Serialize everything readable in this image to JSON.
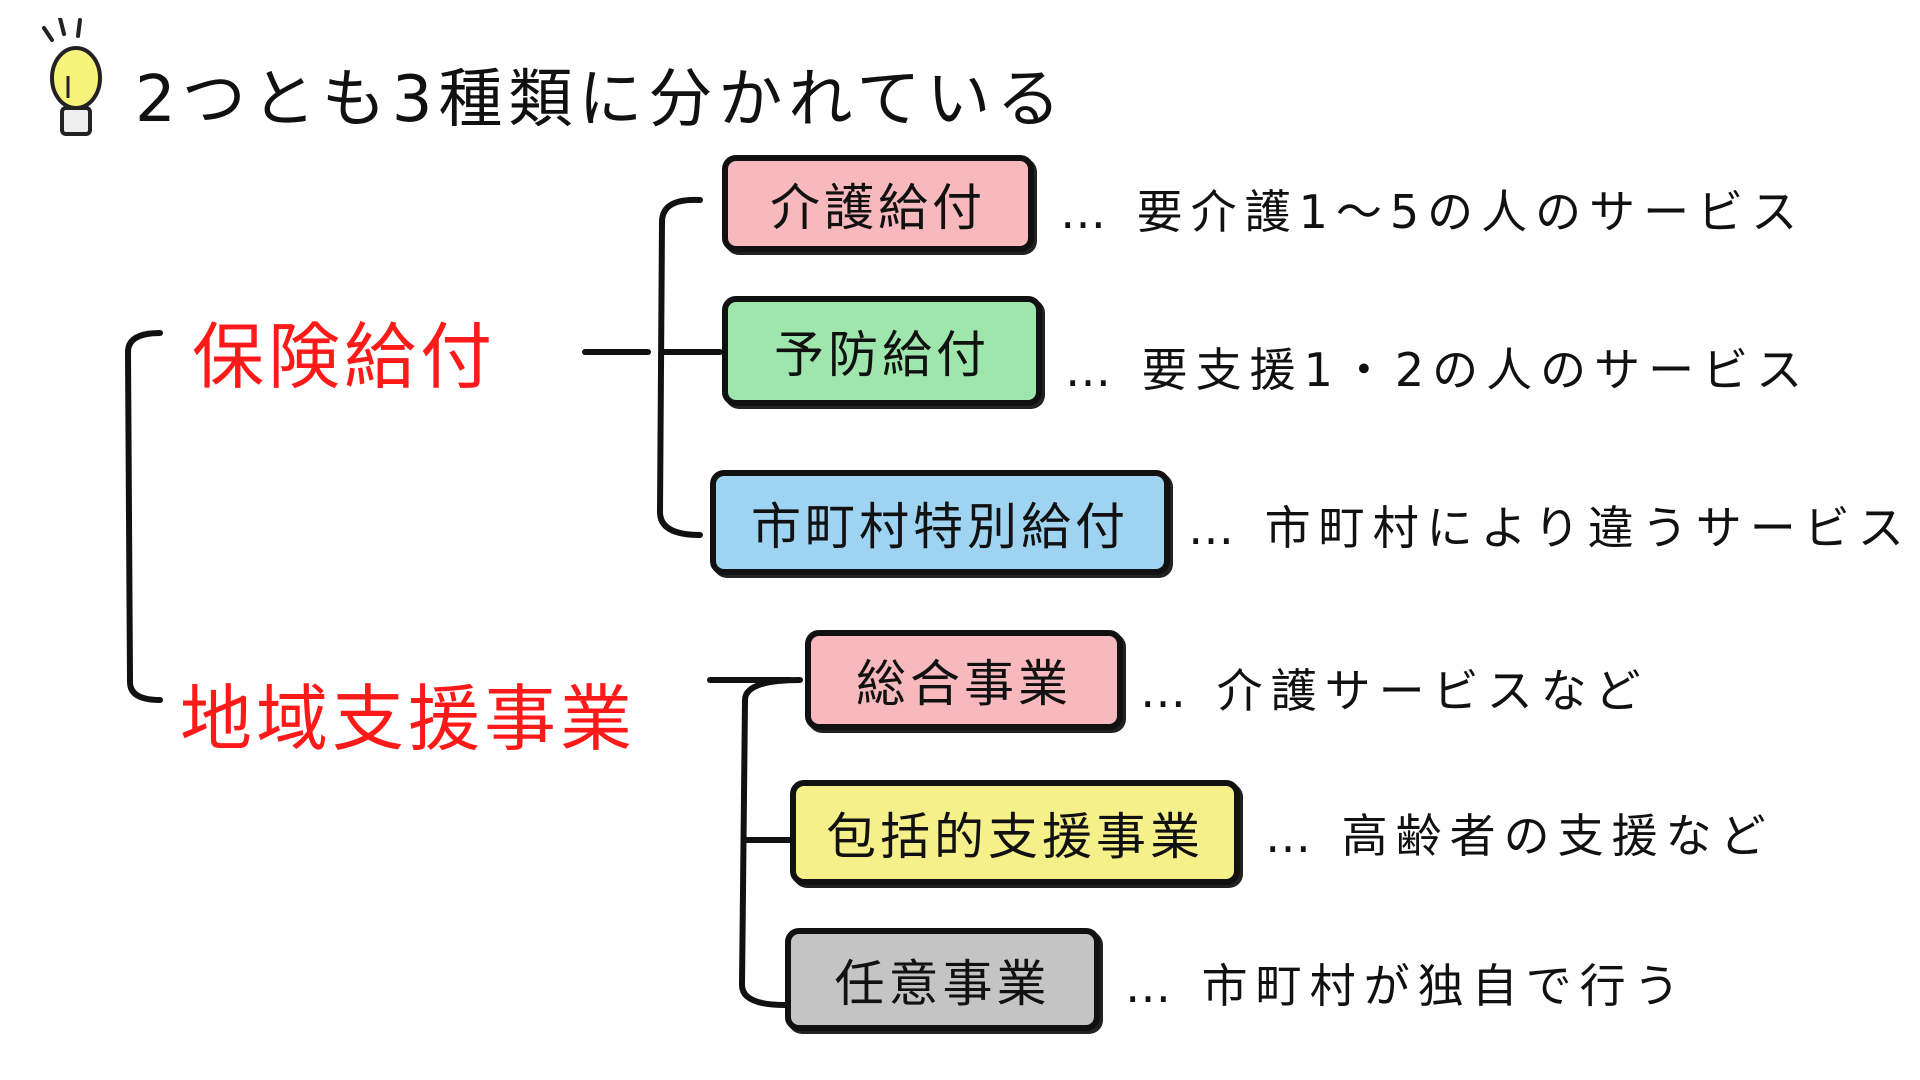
{
  "title": "2つとも3種類に分かれている",
  "categories": [
    {
      "name": "保険給付",
      "items": [
        {
          "label": "介護給付",
          "desc": "… 要介護1〜5の人のサービス",
          "color": "#f7b9bd"
        },
        {
          "label": "予防給付",
          "desc": "… 要支援1・2の人のサービス",
          "color": "#9fe6ad"
        },
        {
          "label": "市町村特別給付",
          "desc": "… 市町村により違うサービス",
          "color": "#9fd3f2"
        }
      ]
    },
    {
      "name": "地域支援事業",
      "items": [
        {
          "label": "総合事業",
          "desc": "… 介護サービスなど",
          "color": "#f7b9bd"
        },
        {
          "label": "包括的支援事業",
          "desc": "… 高齢者の支援など",
          "color": "#f6f08a"
        },
        {
          "label": "任意事業",
          "desc": "… 市町村が独自で行う",
          "color": "#c4c4c4"
        }
      ]
    }
  ],
  "colors": {
    "category_text": "#ff1a1a",
    "line": "#111111",
    "bulb": "#f7f27a"
  },
  "icons": {
    "title_icon": "lightbulb-icon"
  }
}
